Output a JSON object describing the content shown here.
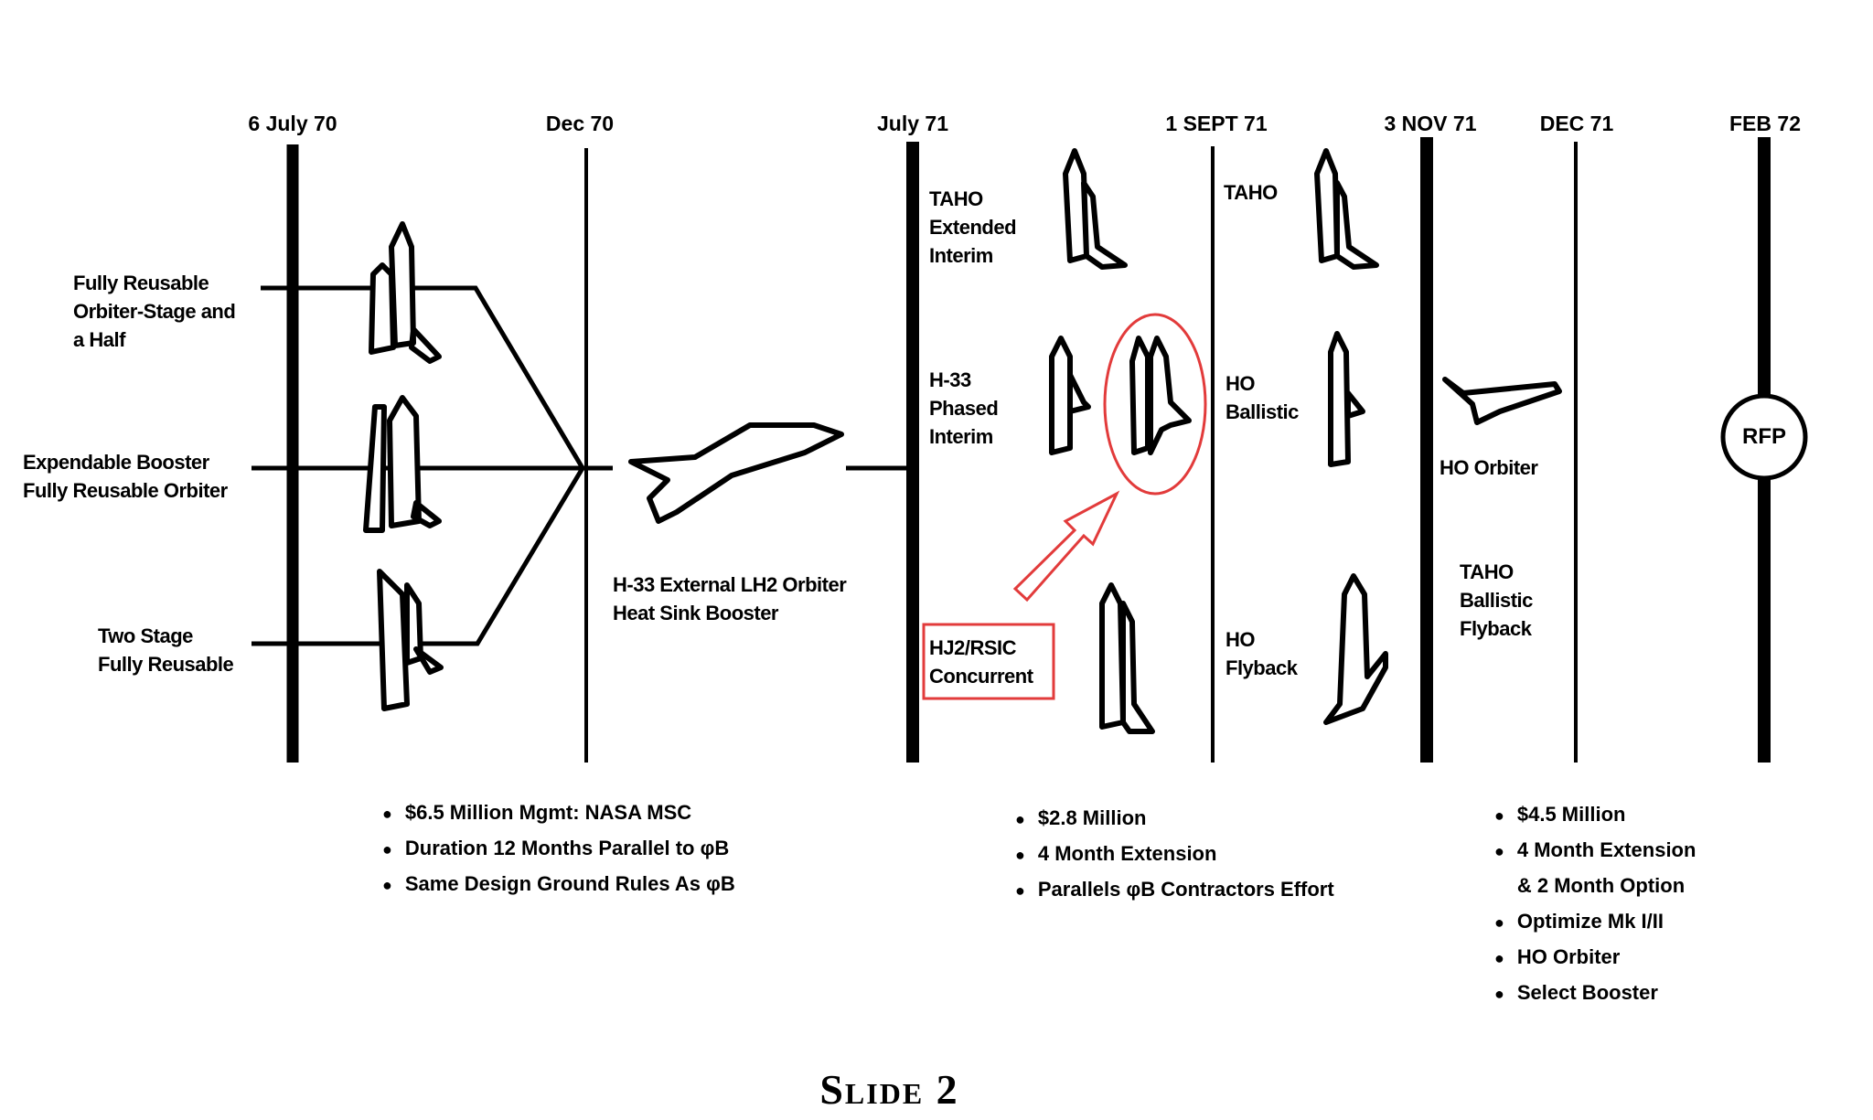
{
  "dates": [
    "6 July 70",
    "Dec 70",
    "July 71",
    "1 SEPT 71",
    "3 NOV 71",
    "DEC 71",
    "FEB 72"
  ],
  "concepts": [
    {
      "lines": [
        "Fully Reusable",
        "Orbiter-Stage and",
        "a Half"
      ]
    },
    {
      "lines": [
        "Expendable Booster",
        "Fully Reusable Orbiter"
      ]
    },
    {
      "lines": [
        "Two Stage",
        "Fully Reusable"
      ]
    }
  ],
  "h33_label": [
    "H-33 External LH2 Orbiter",
    "Heat Sink Booster"
  ],
  "july71_options": [
    {
      "lines": [
        "TAHO",
        "Extended",
        "Interim"
      ]
    },
    {
      "lines": [
        "H-33",
        "Phased",
        "Interim"
      ]
    },
    {
      "lines": [
        "HJ2/RSIC",
        "Concurrent"
      ],
      "highlighted": true
    }
  ],
  "sept71_options": [
    {
      "lines": [
        "TAHO"
      ]
    },
    {
      "lines": [
        "HO",
        "Ballistic"
      ]
    },
    {
      "lines": [
        "HO",
        "Flyback"
      ]
    }
  ],
  "nov71_options": [
    {
      "lines": [
        "HO Orbiter"
      ]
    },
    {
      "lines": [
        "TAHO",
        "Ballistic",
        "Flyback"
      ]
    }
  ],
  "milestone": "RFP",
  "notes_phase1": [
    "$6.5 Million Mgmt:  NASA MSC",
    "Duration 12 Months   Parallel to φB",
    "Same Design Ground Rules As φB"
  ],
  "notes_phase2": [
    "$2.8 Million",
    "4 Month Extension",
    "Parallels φB Contractors Effort"
  ],
  "notes_phase3": [
    "$4.5 Million",
    "4 Month Extension",
    "& 2 Month Option",
    "Optimize Mk I/II",
    "HO Orbiter",
    "Select Booster"
  ],
  "title": "Slide 2",
  "colors": {
    "ink": "#000000",
    "highlight": "#e23b3b"
  }
}
